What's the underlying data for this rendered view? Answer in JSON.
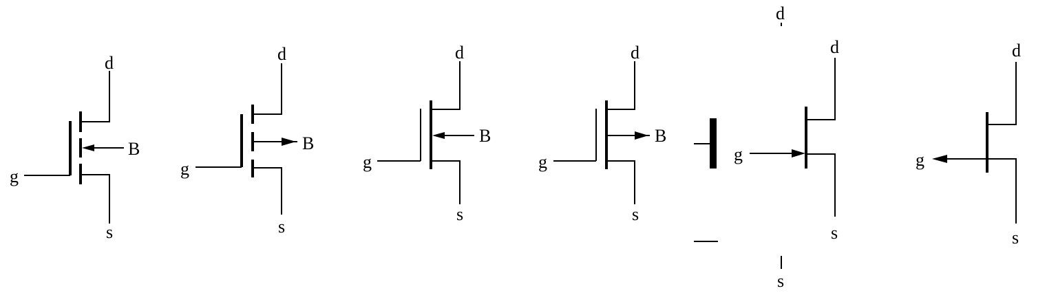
{
  "symbols": [
    {
      "d": "d",
      "g": "g",
      "s": "s",
      "b": "B"
    },
    {
      "d": "d",
      "g": "g",
      "s": "s",
      "b": "B"
    },
    {
      "d": "d",
      "g": "g",
      "s": "s",
      "b": "B"
    },
    {
      "d": "d",
      "g": "g",
      "s": "s",
      "b": "B"
    },
    {
      "d": "d",
      "g": "g",
      "s": "s"
    },
    {
      "d": "d",
      "g": "g",
      "s": "s"
    }
  ],
  "colors": {
    "ink": "#000000",
    "background": "#ffffff"
  }
}
